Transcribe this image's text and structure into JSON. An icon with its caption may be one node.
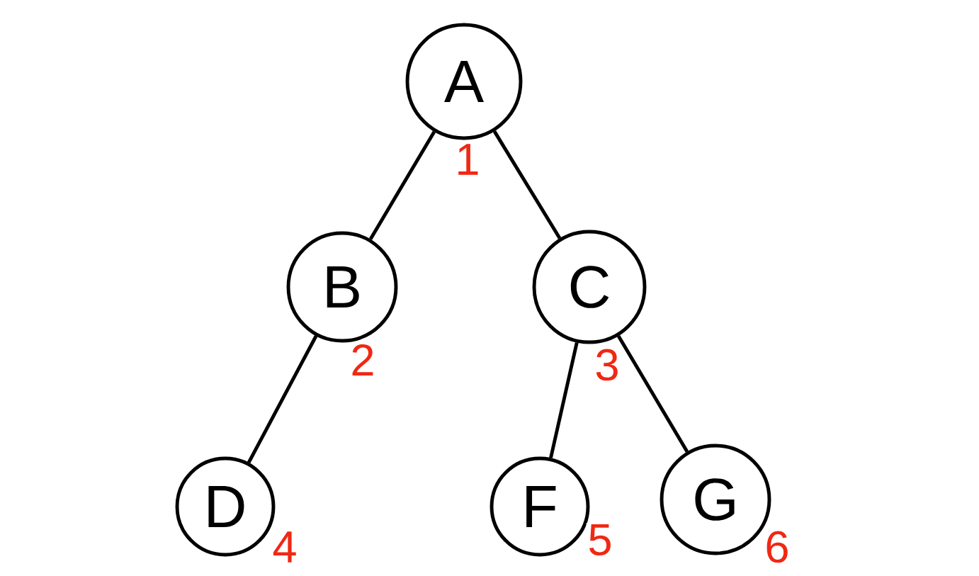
{
  "diagram": {
    "nodes": [
      {
        "text": [
          "A"
        ],
        "beside": [
          "1"
        ]
      },
      {
        "text": [
          "B"
        ],
        "beside": [
          "2"
        ]
      },
      {
        "text": [
          "C"
        ],
        "beside": [
          "3"
        ]
      },
      {
        "text": [
          "D"
        ],
        "beside": [
          "4"
        ]
      },
      {
        "text": [
          "F"
        ],
        "beside": [
          "5"
        ]
      },
      {
        "text": [
          "G"
        ],
        "beside": [
          "6"
        ]
      }
    ],
    "edges": [
      {
        "from": 0,
        "to": 1,
        "arrow": "none"
      },
      {
        "from": 0,
        "to": 2,
        "arrow": "none"
      },
      {
        "from": 1,
        "to": 3,
        "arrow": "none"
      },
      {
        "from": 2,
        "to": 4,
        "arrow": "none"
      },
      {
        "from": 2,
        "to": 5,
        "arrow": "none"
      }
    ]
  }
}
